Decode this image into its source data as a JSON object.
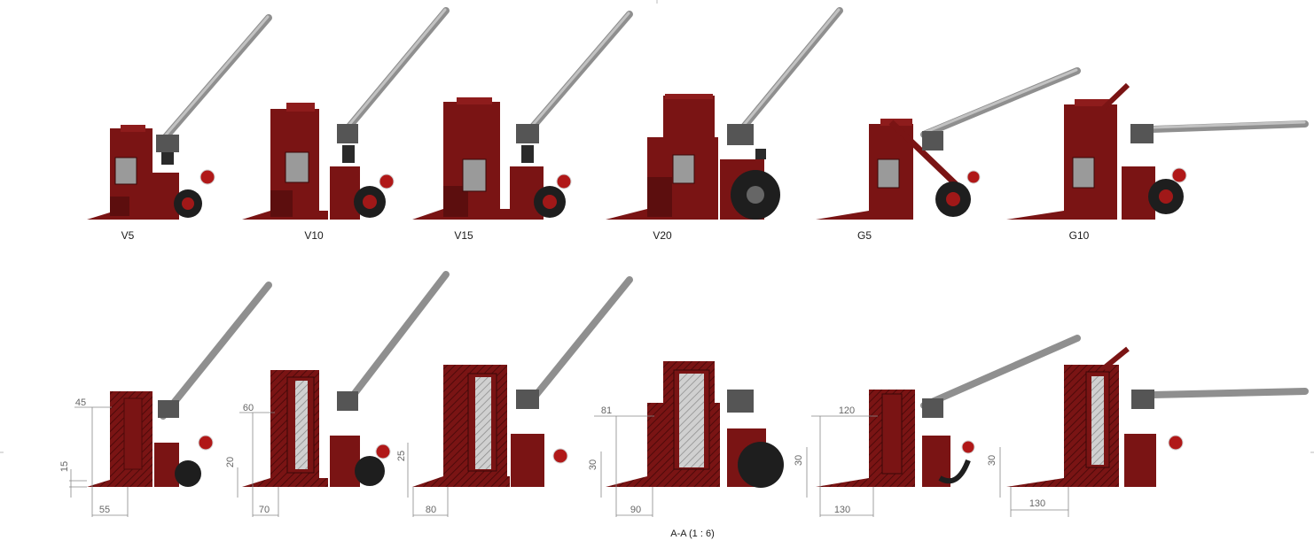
{
  "models": [
    {
      "name": "V5"
    },
    {
      "name": "V10"
    },
    {
      "name": "V15"
    },
    {
      "name": "V20"
    },
    {
      "name": "G5"
    },
    {
      "name": "G10"
    }
  ],
  "sections": [
    {
      "top": "45",
      "toe": "15",
      "bottom": "55"
    },
    {
      "top": "60",
      "toe": "20",
      "bottom": "70"
    },
    {
      "top": "",
      "toe": "25",
      "bottom": "80"
    },
    {
      "top": "81",
      "toe": "30",
      "bottom": "90"
    },
    {
      "top": "120",
      "toe": "30",
      "bottom": "130"
    },
    {
      "top": "",
      "toe": "30",
      "bottom": "130"
    }
  ],
  "view_title": "A-A (1 : 6)",
  "colors": {
    "body": "#7a1414",
    "body_dark": "#4e0a0a",
    "handle": "#a8a8a8",
    "handle_dark": "#6e6e6e",
    "window": "#9a9a9a",
    "wheel": "#1e1e1e",
    "dimension": "#888888",
    "hatch": "#c9c9c9"
  }
}
